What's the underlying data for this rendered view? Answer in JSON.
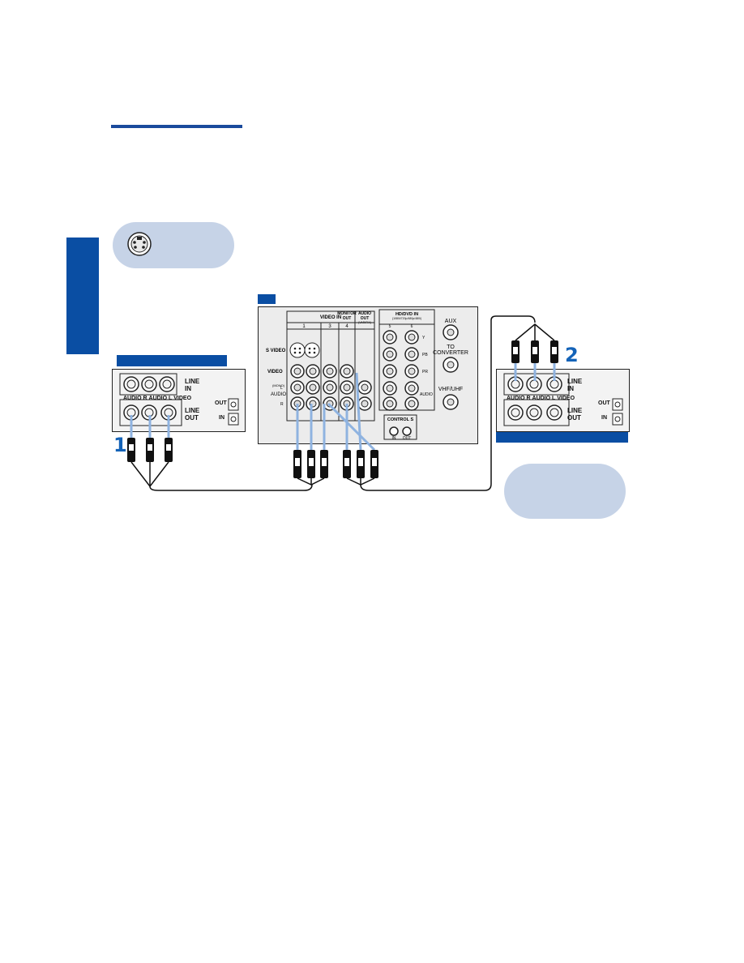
{
  "steps": {
    "step1": "1",
    "step2": "2"
  },
  "vcr_left": {
    "line_in": [
      "LINE",
      "IN"
    ],
    "line_out": [
      "LINE",
      "OUT"
    ],
    "jack_labels": [
      "AUDIO R",
      "AUDIO L",
      "VIDEO"
    ],
    "rf_out": "OUT",
    "rf_in": "IN"
  },
  "vcr_right": {
    "line_in": [
      "LINE",
      "IN"
    ],
    "line_out": [
      "LINE",
      "OUT"
    ],
    "jack_labels": [
      "AUDIO R",
      "AUDIO L",
      "VIDEO"
    ],
    "rf_out": "OUT",
    "rf_in": "IN"
  },
  "tv_panel": {
    "video_in": "VIDEO IN",
    "input_numbers": [
      "1",
      "3",
      "4"
    ],
    "monitor_out": [
      "MONITOR",
      "OUT"
    ],
    "audio_out": [
      "AUDIO",
      "OUT",
      "(VAR/FIX)"
    ],
    "hd_dvd_in": "HD/DVD IN",
    "hd_dvd_sub": "(1080i/720p/480p/480i)",
    "hd_numbers": [
      "5",
      "6"
    ],
    "s_video": "S VIDEO",
    "video": "VIDEO",
    "audio_mono": "(MONO)",
    "audio": "AUDIO",
    "l": "L",
    "r": "R",
    "y": "Y",
    "pb": "PB",
    "pr": "PR",
    "control_s": "CONTROL S",
    "control_in": "IN",
    "control_out": "OUT",
    "aux": "AUX",
    "to_converter": [
      "TO",
      "CONVERTER"
    ],
    "vhf_uhf": "VHF/UHF"
  },
  "colors": {
    "accent": "#0a4ea3",
    "bubble": "#c6d3e7",
    "cable_highlight": "#8fb3e0",
    "step_number": "#1463b8"
  },
  "icons": [
    "s-video-connector-icon"
  ]
}
